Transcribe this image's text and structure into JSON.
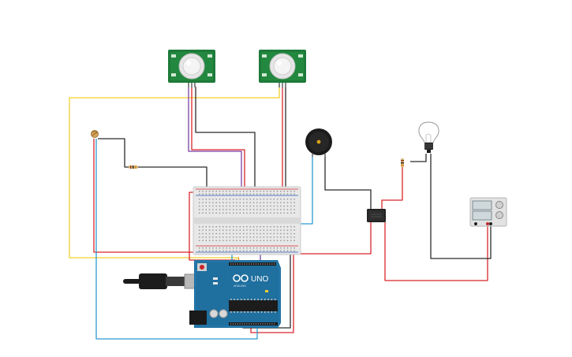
{
  "canvas": {
    "background": "#ffffff"
  },
  "wire_colors": {
    "yellow": "#f2cf2e",
    "red": "#d9262b",
    "black": "#2b2b2b",
    "purple": "#7b3fa6",
    "blue": "#2a9bd0",
    "orange": "#e88a1a"
  },
  "arduino": {
    "logo_text": "UNO",
    "brand_text": "ARDUINO",
    "board_color": "#1f6f9f"
  },
  "components": [
    {
      "id": "pir-sensor-left",
      "kind": "pir-motion-sensor"
    },
    {
      "id": "pir-sensor-right",
      "kind": "pir-motion-sensor"
    },
    {
      "id": "photoresistor",
      "kind": "ldr"
    },
    {
      "id": "resistor-ldr",
      "kind": "resistor"
    },
    {
      "id": "piezo-buzzer",
      "kind": "buzzer"
    },
    {
      "id": "light-bulb",
      "kind": "bulb"
    },
    {
      "id": "resistor-relay",
      "kind": "resistor"
    },
    {
      "id": "relay",
      "kind": "relay"
    },
    {
      "id": "power-supply",
      "kind": "dc-power-supply"
    },
    {
      "id": "breadboard",
      "kind": "breadboard"
    },
    {
      "id": "arduino-uno",
      "kind": "microcontroller"
    }
  ]
}
